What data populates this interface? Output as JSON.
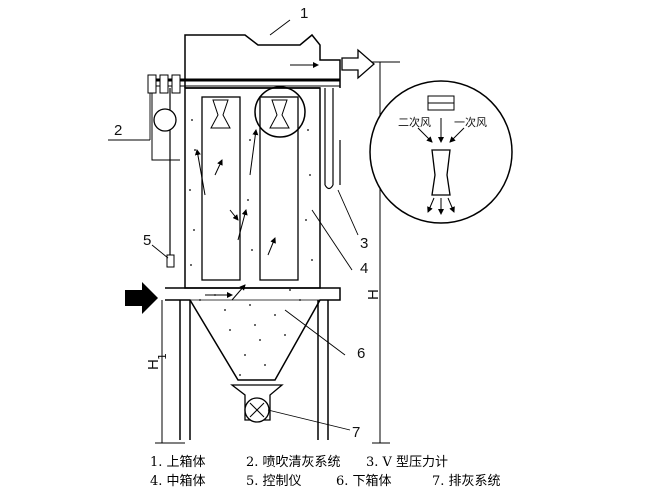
{
  "labels": {
    "n1": "1",
    "n2": "2",
    "n3": "3",
    "n4": "4",
    "n5": "5",
    "n6": "6",
    "n7": "7",
    "H": "H",
    "H1": "H",
    "H1_sub": "1",
    "secondary_air": "二次风",
    "primary_air": "一次风"
  },
  "legend": {
    "row1": [
      "1. 上箱体",
      "2. 喷吹清灰系统",
      "3. V 型压力计"
    ],
    "row2": [
      "4. 中箱体",
      "5. 控制仪",
      "6. 下箱体",
      "7. 排灰系统"
    ]
  }
}
